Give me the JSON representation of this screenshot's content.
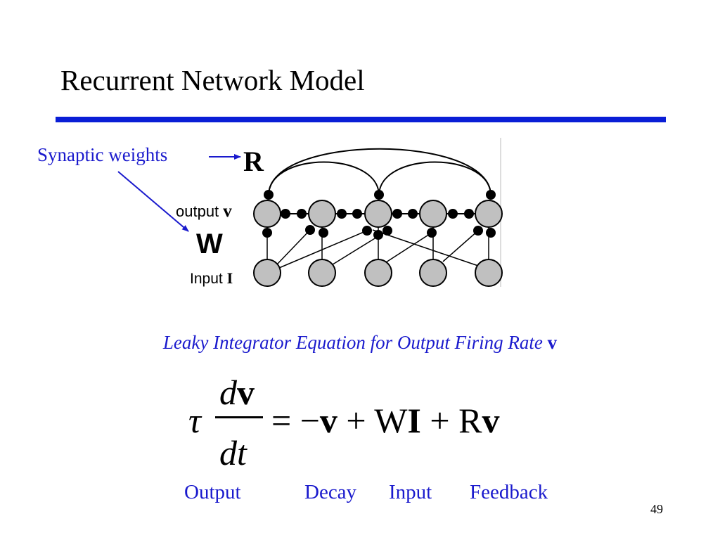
{
  "slide": {
    "title": "Recurrent Network Model",
    "page_number": "49"
  },
  "diagram": {
    "synaptic_weights_label": "Synaptic weights",
    "r_label": "R",
    "output_label": "output",
    "output_symbol": "v",
    "w_label": "W",
    "input_label": "Input",
    "input_symbol": "I",
    "output_neuron_count": 5,
    "input_neuron_count": 5
  },
  "equation": {
    "heading": "Leaky Integrator Equation for Output Firing Rate",
    "heading_symbol": "v",
    "lhs": {
      "coefficient": "τ",
      "num_d": "d",
      "num_v": "v",
      "denominator": "dt"
    },
    "rhs": {
      "equals": "=",
      "minus": "−",
      "v1": "v",
      "plus1": "+",
      "W": "W",
      "I": "I",
      "plus2": "+",
      "R": "R",
      "v2": "v"
    },
    "terms": {
      "output": "Output",
      "decay": "Decay",
      "input": "Input",
      "feedback": "Feedback"
    }
  },
  "colors": {
    "accent_blue": "#0a1ed6",
    "label_blue": "#1a1acd",
    "node_fill": "#c0c0c0"
  }
}
